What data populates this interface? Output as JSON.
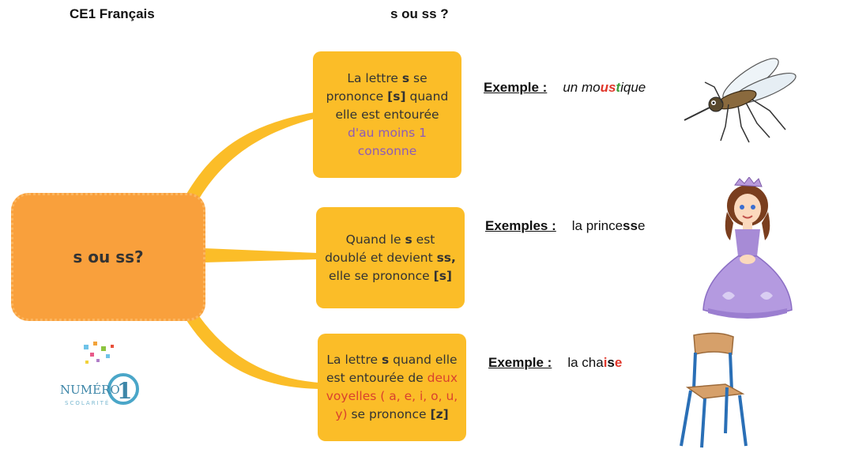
{
  "header": {
    "left": "CE1 Français",
    "center": "s ou ss ?"
  },
  "center_node": {
    "label": "s ou ss?"
  },
  "rules": [
    {
      "parts": [
        "La lettre ",
        "s",
        " se prononce ",
        "[s]",
        " quand elle est entourée ",
        "d'au moins 1 consonne"
      ]
    },
    {
      "parts": [
        "Quand le ",
        "s",
        " est doublé et devient ",
        "ss,",
        " elle se prononce ",
        "[s]"
      ]
    },
    {
      "parts": [
        "La lettre ",
        "s",
        " quand elle est entourée de ",
        "deux voyelles ( a, e, i, o, u, y)",
        " se prononce ",
        "[z]"
      ]
    }
  ],
  "examples": [
    {
      "label": "Exemple :",
      "parts": [
        "un mo",
        "u",
        "s",
        "t",
        "ique"
      ]
    },
    {
      "label": "Exemples :",
      "parts": [
        "la prince",
        "ss",
        "e"
      ]
    },
    {
      "label": "Exemple :",
      "parts": [
        "la cha",
        "i",
        "s",
        "e"
      ]
    }
  ],
  "logo": {
    "icon": "numero1-scolarite-logo",
    "line1": "NUMÉRO",
    "digit": "1",
    "line2": "SCOLARITÉ"
  },
  "illustrations": [
    "mosquito-icon",
    "princess-icon",
    "chair-icon"
  ],
  "colors": {
    "center_fill": "#f9a03c",
    "rule_fill": "#fbbd28",
    "consonant_text": "#8e5bb8",
    "vowel_text": "#d9412e",
    "highlight_red": "#e0362a",
    "highlight_green": "#3a9b3a"
  }
}
